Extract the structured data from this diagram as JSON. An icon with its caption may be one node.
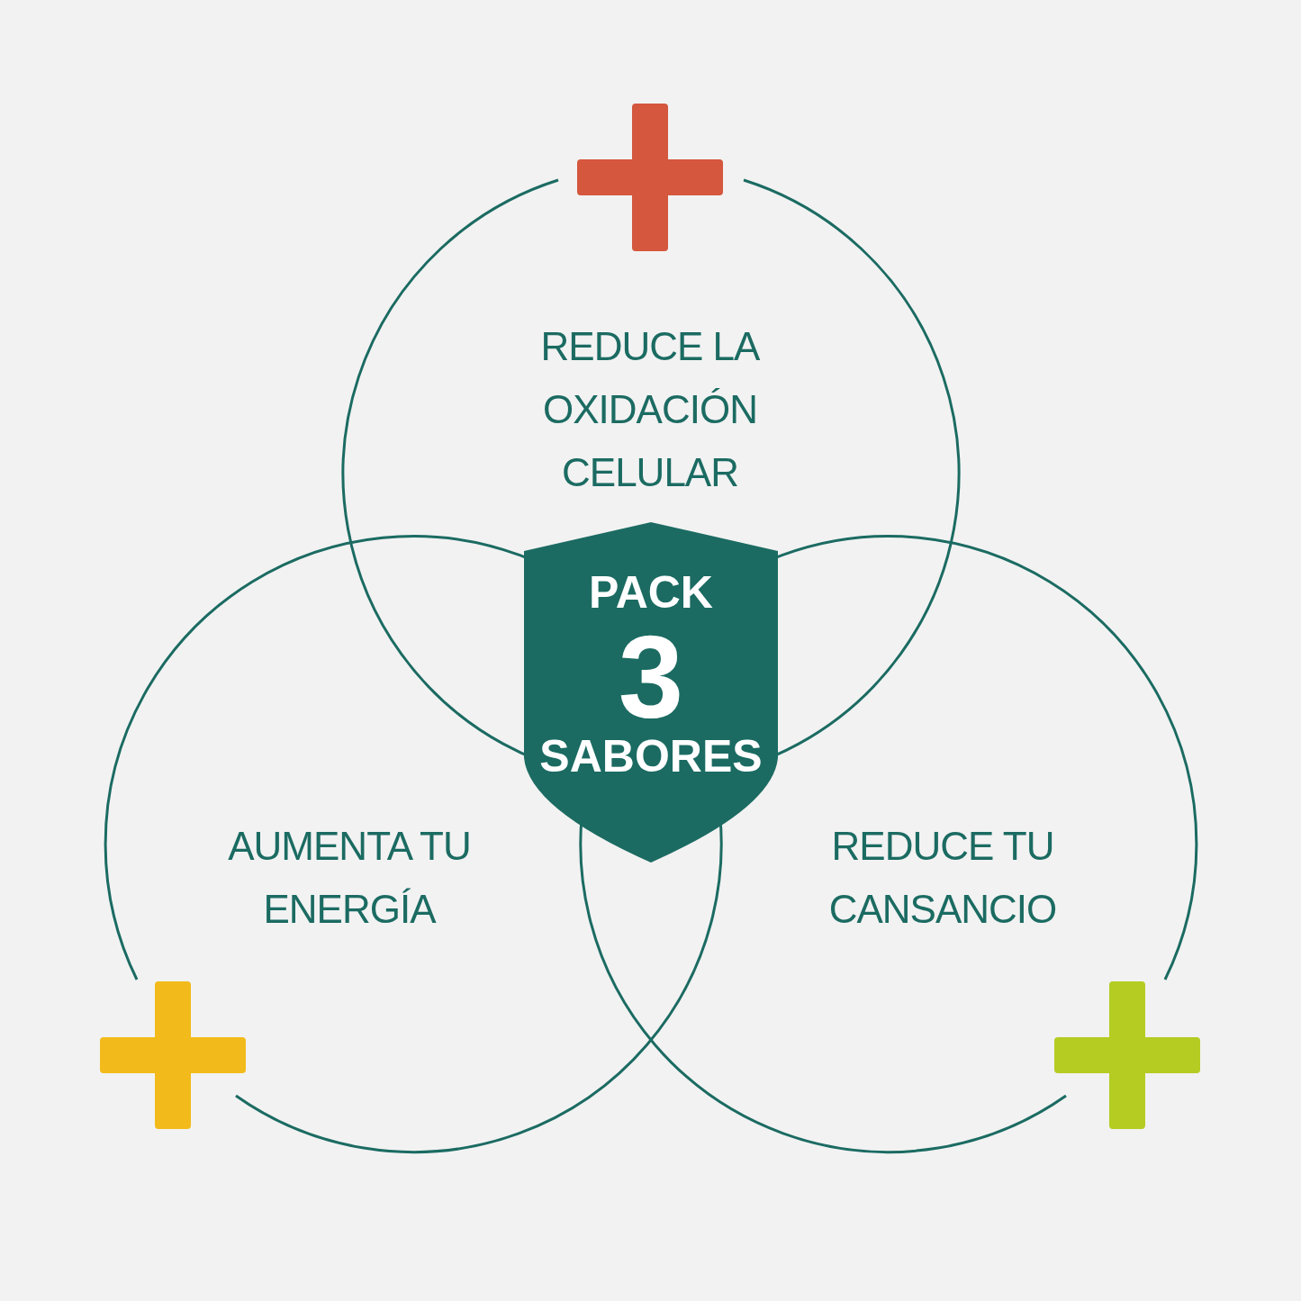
{
  "diagram": {
    "nodes": [
      {
        "text": [
          "REDUCE LA OXIDACIÓN CELULAR"
        ]
      },
      {
        "text": [
          "AUMENTA TU ENERGÍA"
        ]
      },
      {
        "text": [
          "REDUCE TU CANSANCIO"
        ]
      },
      {
        "text": [
          "PACK",
          "3",
          "SABORES"
        ]
      }
    ]
  }
}
